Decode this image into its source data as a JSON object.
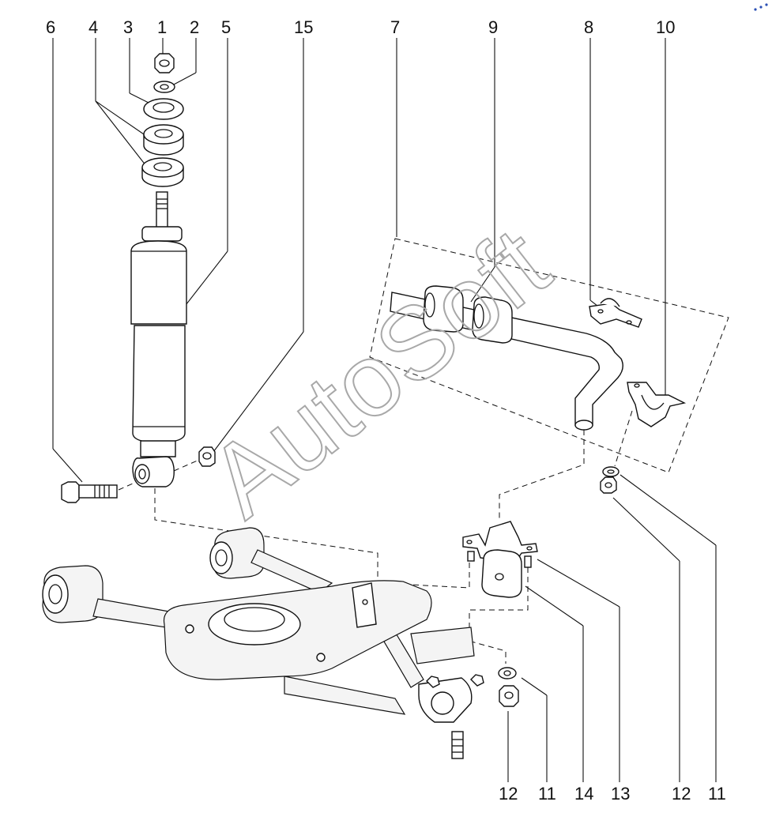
{
  "diagram": {
    "callouts_top": [
      "6",
      "4",
      "3",
      "1",
      "2",
      "5",
      "15",
      "7",
      "9",
      "8",
      "10"
    ],
    "callouts_bottom": [
      "12",
      "11",
      "14",
      "13",
      "12",
      "11"
    ],
    "watermark": "AutoSoft"
  }
}
